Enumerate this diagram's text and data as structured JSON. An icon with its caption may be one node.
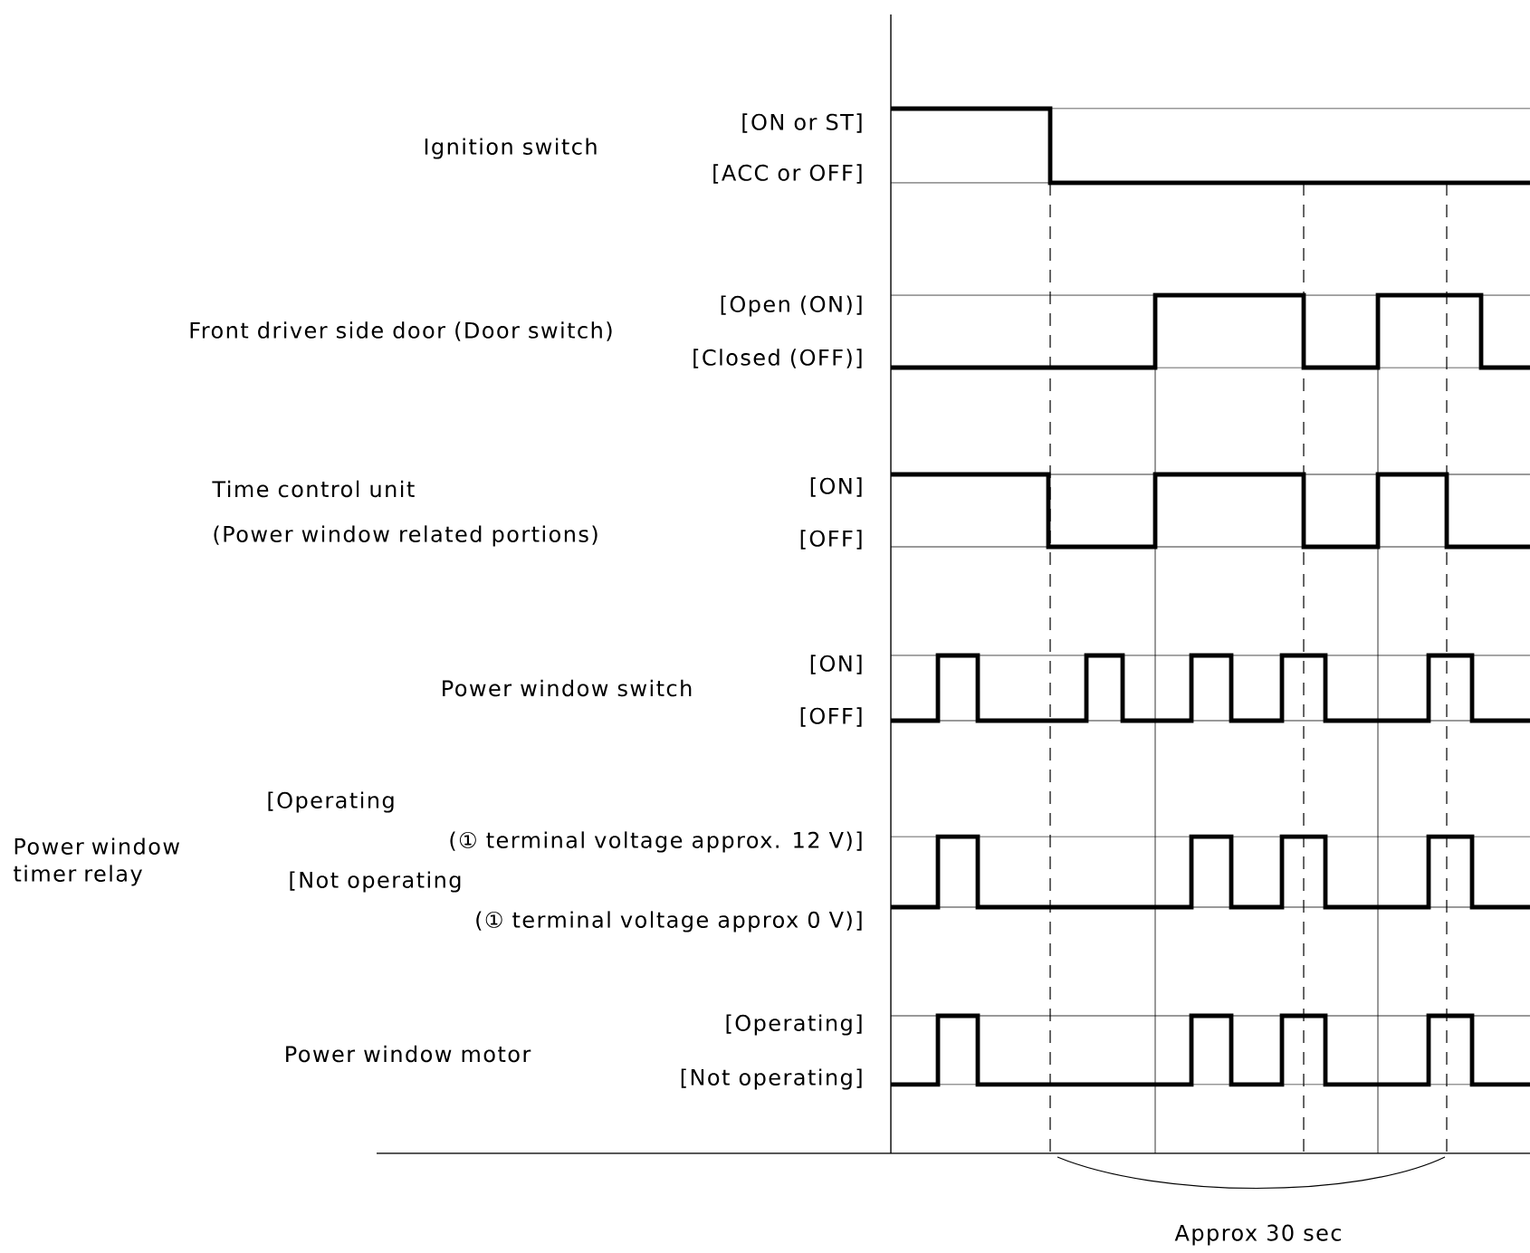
{
  "diagram": {
    "labels": [
      "Ignition switch",
      "[ON or ST]",
      "[ACC or OFF]",
      "Front driver side door (Door switch)",
      "[Open (ON)]",
      "[Closed (OFF)]",
      "Time control unit",
      "[ON]",
      "(Power window related portions)",
      "[OFF]",
      "Power window switch",
      "[ON]",
      "[OFF]",
      "[Operating",
      "Power window timer relay",
      "(① terminal voltage approx. 12 V)]",
      "[Not operating",
      "(① terminal voltage approx 0 V)]",
      "Power window motor",
      "[Operating]",
      "[Not operating]",
      "Approx 30 sec"
    ]
  }
}
